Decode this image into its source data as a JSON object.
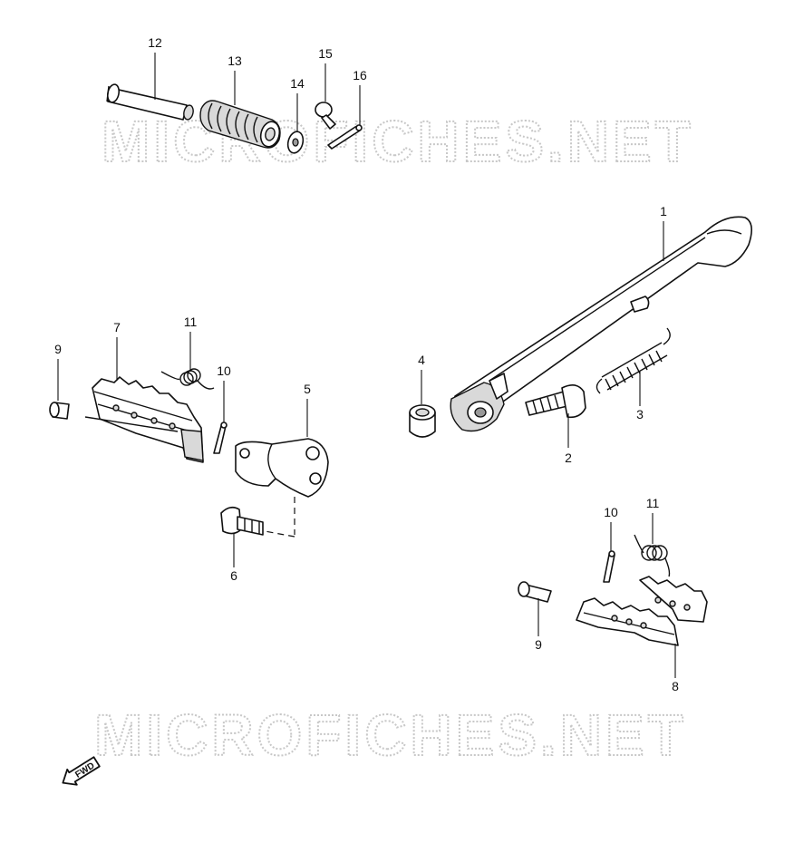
{
  "watermark": {
    "text": "MICROFICHES.NET"
  },
  "forward_marker": {
    "label": "FWD"
  },
  "callouts": [
    {
      "id": "c1",
      "label": "1"
    },
    {
      "id": "c2",
      "label": "2"
    },
    {
      "id": "c3",
      "label": "3"
    },
    {
      "id": "c4",
      "label": "4"
    },
    {
      "id": "c5",
      "label": "5"
    },
    {
      "id": "c6",
      "label": "6"
    },
    {
      "id": "c7",
      "label": "7"
    },
    {
      "id": "c8",
      "label": "8"
    },
    {
      "id": "c9a",
      "label": "9"
    },
    {
      "id": "c9b",
      "label": "9"
    },
    {
      "id": "c10a",
      "label": "10"
    },
    {
      "id": "c10b",
      "label": "10"
    },
    {
      "id": "c11a",
      "label": "11"
    },
    {
      "id": "c11b",
      "label": "11"
    },
    {
      "id": "c12",
      "label": "12"
    },
    {
      "id": "c13",
      "label": "13"
    },
    {
      "id": "c14",
      "label": "14"
    },
    {
      "id": "c15",
      "label": "15"
    },
    {
      "id": "c16",
      "label": "16"
    }
  ]
}
